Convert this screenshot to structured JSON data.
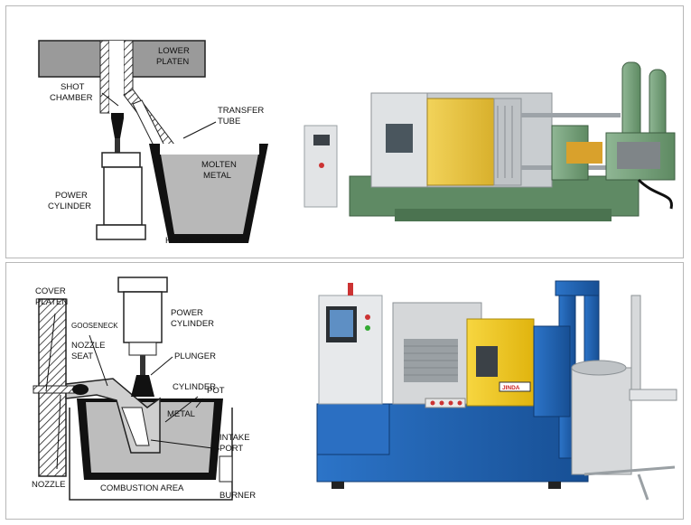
{
  "top": {
    "labels": {
      "lower_platen_1": "LOWER",
      "lower_platen_2": "PLATEN",
      "shot_chamber_1": "SHOT",
      "shot_chamber_2": "CHAMBER",
      "transfer_tube_1": "TRANSFER",
      "transfer_tube_2": "TUBE",
      "molten_metal_1": "MOLTEN",
      "molten_metal_2": "METAL",
      "power_cylinder_1": "POWER",
      "power_cylinder_2": "CYLINDER",
      "holding_furnace": "HOLDING FURNACE"
    }
  },
  "bottom": {
    "labels": {
      "cover_platen_1": "COVER",
      "cover_platen_2": "PLATEN",
      "gooseneck": "GOOSENECK",
      "nozzle_seat_1": "NOZZLE",
      "nozzle_seat_2": "SEAT",
      "power_cylinder_1": "POWER",
      "power_cylinder_2": "CYLINDER",
      "plunger": "PLUNGER",
      "cylinder": "CYLINDER",
      "pot": "POT",
      "metal": "METAL",
      "intake_port_1": "INTAKE",
      "intake_port_2": "PORT",
      "nozzle": "NOZZLE",
      "combustion_area": "COMBUSTION AREA",
      "burner": "BURNER"
    },
    "panel_brand": "JINDA"
  },
  "colors": {
    "machine1_green": "#6f9a72",
    "machine1_yellow": "#e8c43c",
    "machine2_blue": "#1f63b4",
    "machine2_yellow": "#f0c81e"
  }
}
